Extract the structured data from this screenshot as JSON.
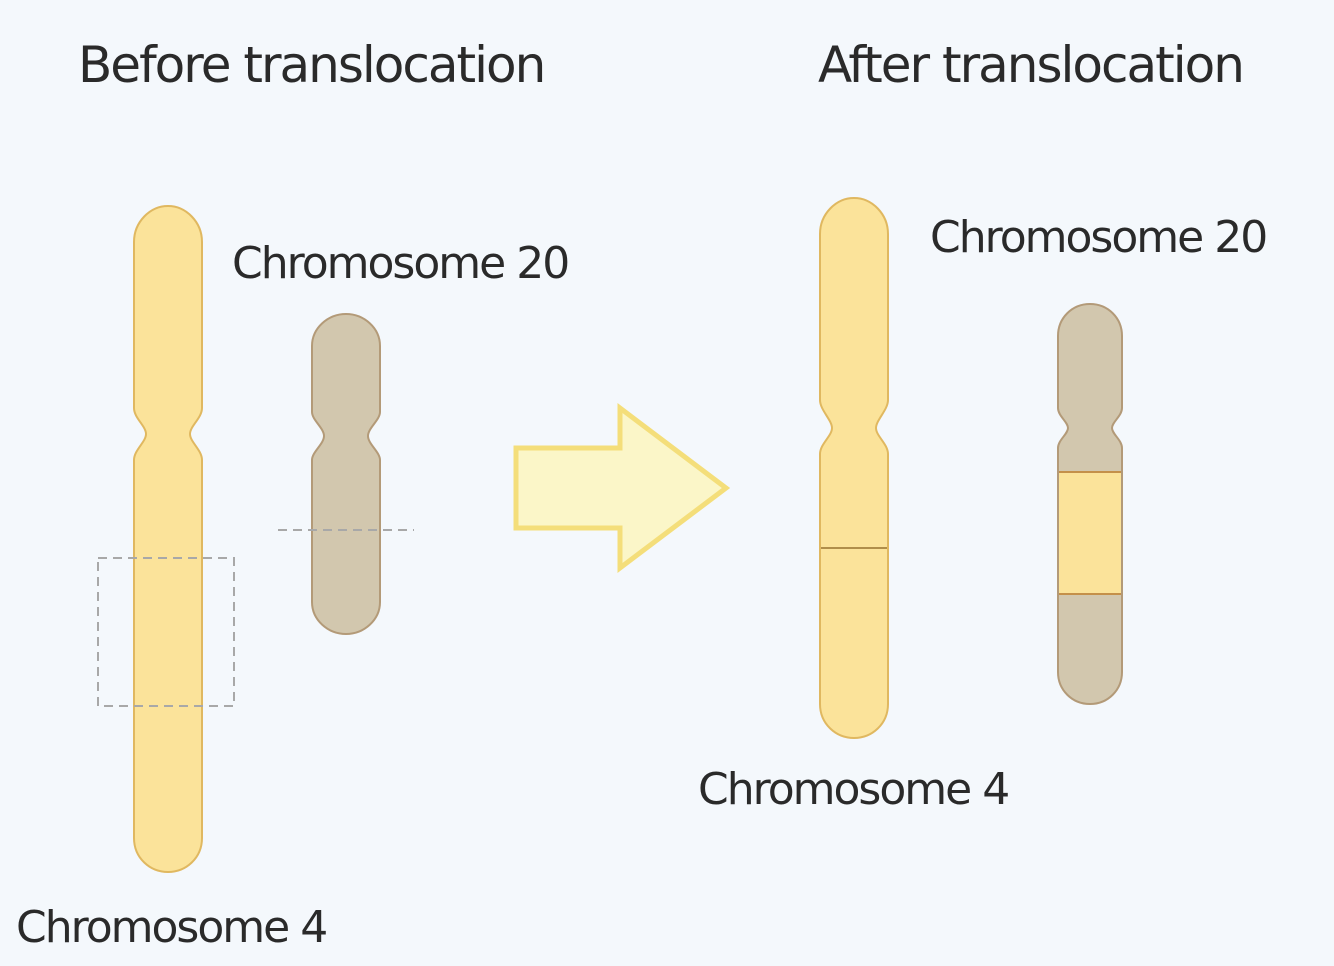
{
  "headings": {
    "before": "Before translocation",
    "after": "After translocation"
  },
  "labels": {
    "chromosome_20_before": "Chromosome 20",
    "chromosome_20_after": "Chromosome 20",
    "chromosome_4_before": "Chromosome 4",
    "chromosome_4_after": "Chromosome 4"
  },
  "colors": {
    "background": "#f4f8fc",
    "chromosome_4_fill": "#fbe39a",
    "chromosome_4_stroke": "#e0b860",
    "chromosome_20_fill": "#d2c7ae",
    "chromosome_20_stroke": "#b39a78",
    "arrow_fill": "#fbf6c8",
    "arrow_stroke": "#f4de7a",
    "dashed_marker": "#a8a8a8"
  }
}
